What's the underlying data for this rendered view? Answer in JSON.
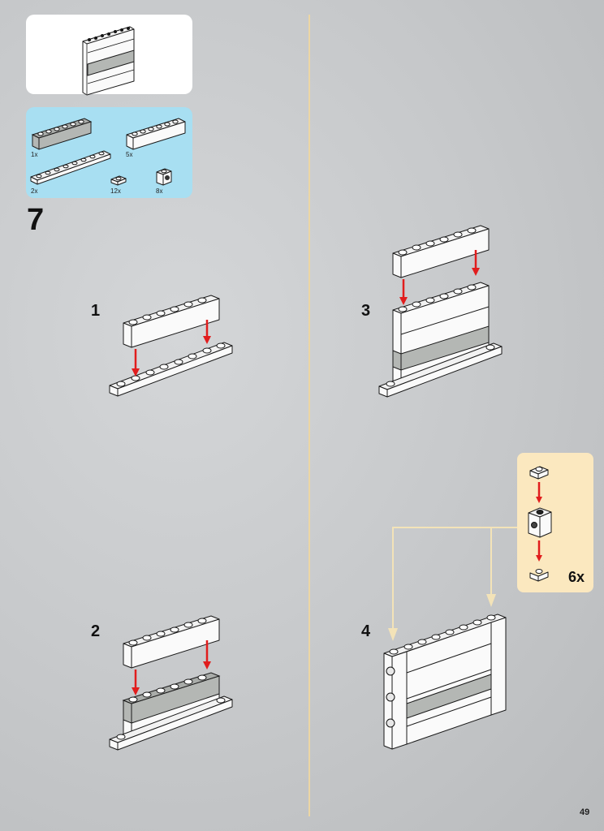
{
  "step": {
    "number": "7"
  },
  "parts": [
    {
      "qty": "1x"
    },
    {
      "qty": "5x"
    },
    {
      "qty": "2x"
    },
    {
      "qty": "12x"
    },
    {
      "qty": "8x"
    }
  ],
  "substeps": [
    {
      "label": "1"
    },
    {
      "label": "2"
    },
    {
      "label": "3"
    },
    {
      "label": "4"
    }
  ],
  "callout": {
    "qty": "6x"
  },
  "page": {
    "number": "49"
  },
  "colors": {
    "accent_arrow": "#e11d1d",
    "parts_bg": "#a8dff2",
    "callout_bg": "#fbe8bf",
    "divider": "#ecd6a4"
  }
}
